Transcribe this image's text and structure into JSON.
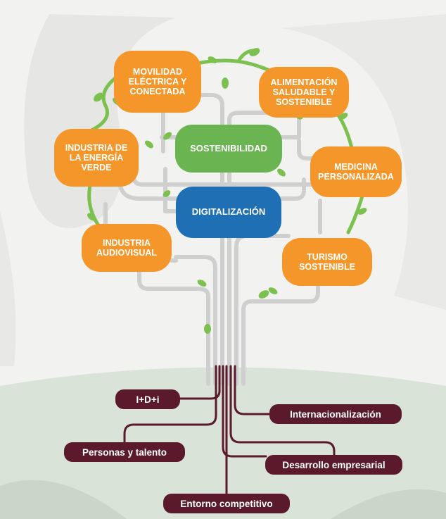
{
  "pillars": {
    "sostenibilidad": "SOSTENIBILIDAD",
    "digitalizacion": "DIGITALIZACIÓN"
  },
  "sectors": {
    "movilidad": "MOVILIDAD\nELÉCTRICA Y\nCONECTADA",
    "alimentacion": "ALIMENTACIÓN\nSALUDABLE Y\nSOSTENIBLE",
    "energia": "INDUSTRIA DE\nLA ENERGÍA\nVERDE",
    "medicina": "MEDICINA\nPERSONALIZADA",
    "audiovisual": "INDUSTRIA\nAUDIOVISUAL",
    "turismo": "TURISMO\nSOSTENIBLE"
  },
  "roots": {
    "idi": "I+D+i",
    "internacionalizacion": "Internacionalización",
    "personas": "Personas y talento",
    "desarrollo": "Desarrollo empresarial",
    "entorno": "Entorno competitivo"
  },
  "colors": {
    "orange": "#f5962a",
    "green": "#6ab552",
    "blue": "#1f6fb5",
    "root": "#5a1a2b",
    "branch": "#cfcfcf",
    "vine": "#7cc04f"
  }
}
